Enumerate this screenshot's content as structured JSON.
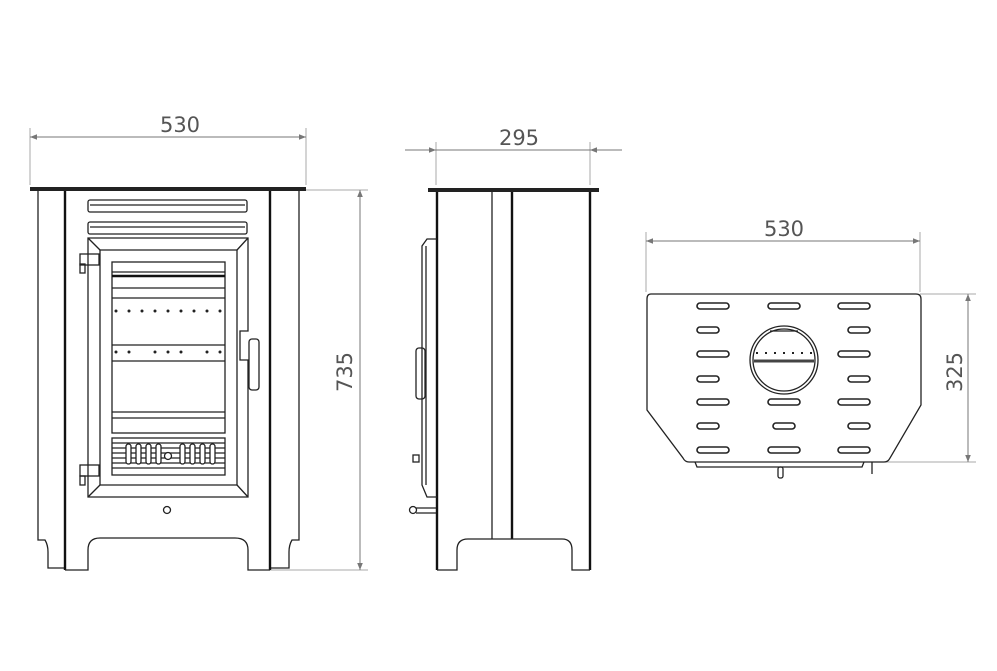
{
  "front_view": {
    "width_label": "530",
    "height_label": "735"
  },
  "side_view": {
    "depth_label": "295"
  },
  "top_view": {
    "width_label": "530",
    "depth_label": "325"
  },
  "colors": {
    "line": "#222222",
    "dimension": "#777777",
    "text": "#555555"
  }
}
